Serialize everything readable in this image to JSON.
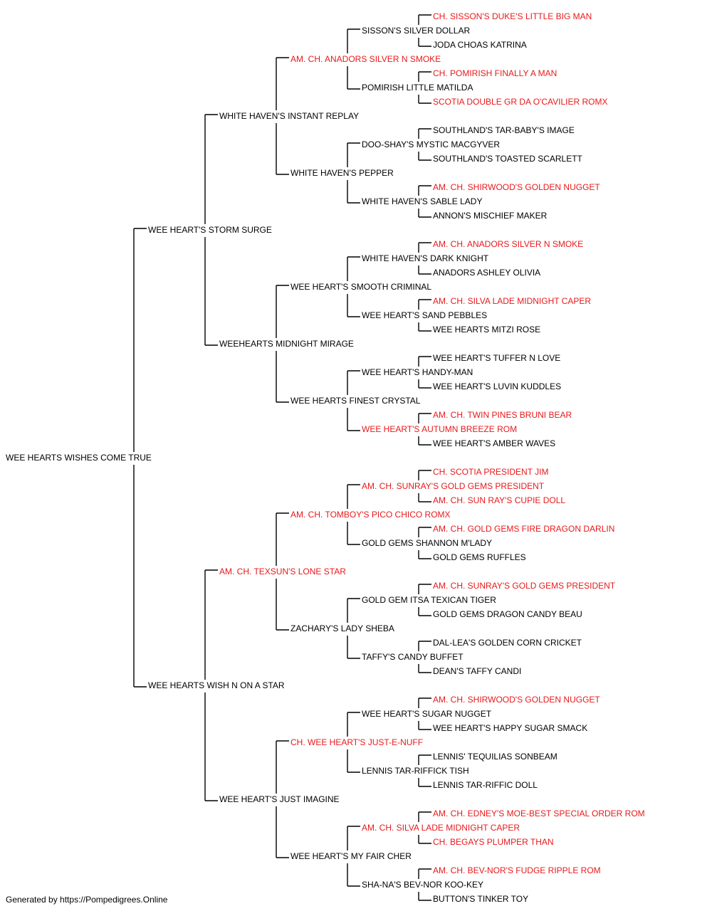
{
  "colors": {
    "champion": "#e8191b",
    "regular": "#000000",
    "line": "#000000"
  },
  "pedigree": {
    "name": "WEE HEARTS WISHES COME TRUE",
    "champion": false,
    "sire": {
      "name": "WEE HEART'S STORM SURGE",
      "champion": false,
      "sire": {
        "name": "WHITE HAVEN'S INSTANT REPLAY",
        "champion": false,
        "sire": {
          "name": "AM. CH. ANADORS SILVER N SMOKE",
          "champion": true,
          "sire": {
            "name": "SISSON'S SILVER DOLLAR",
            "champion": false,
            "sire": {
              "name": "CH. SISSON'S DUKE'S LITTLE BIG MAN",
              "champion": true
            },
            "dam": {
              "name": "JODA CHOAS KATRINA",
              "champion": false
            }
          },
          "dam": {
            "name": "POMIRISH LITTLE MATILDA",
            "champion": false,
            "sire": {
              "name": "CH. POMIRISH FINALLY A MAN",
              "champion": true
            },
            "dam": {
              "name": "SCOTIA DOUBLE GR DA O'CAVILIER ROMX",
              "champion": true
            }
          }
        },
        "dam": {
          "name": "WHITE HAVEN'S PEPPER",
          "champion": false,
          "sire": {
            "name": "DOO-SHAY'S MYSTIC MACGYVER",
            "champion": false,
            "sire": {
              "name": "SOUTHLAND'S TAR-BABY'S IMAGE",
              "champion": false
            },
            "dam": {
              "name": "SOUTHLAND'S TOASTED SCARLETT",
              "champion": false
            }
          },
          "dam": {
            "name": "WHITE HAVEN'S SABLE LADY",
            "champion": false,
            "sire": {
              "name": "AM. CH. SHIRWOOD'S GOLDEN NUGGET",
              "champion": true
            },
            "dam": {
              "name": "ANNON'S MISCHIEF MAKER",
              "champion": false
            }
          }
        }
      },
      "dam": {
        "name": "WEEHEARTS MIDNIGHT MIRAGE",
        "champion": false,
        "sire": {
          "name": "WEE HEART'S SMOOTH CRIMINAL",
          "champion": false,
          "sire": {
            "name": "WHITE HAVEN'S DARK KNIGHT",
            "champion": false,
            "sire": {
              "name": "AM. CH. ANADORS SILVER N SMOKE",
              "champion": true
            },
            "dam": {
              "name": "ANADORS ASHLEY OLIVIA",
              "champion": false
            }
          },
          "dam": {
            "name": "WEE HEART'S SAND PEBBLES",
            "champion": false,
            "sire": {
              "name": "AM. CH. SILVA LADE MIDNIGHT CAPER",
              "champion": true
            },
            "dam": {
              "name": "WEE HEARTS MITZI ROSE",
              "champion": false
            }
          }
        },
        "dam": {
          "name": "WEE HEARTS FINEST CRYSTAL",
          "champion": false,
          "sire": {
            "name": "WEE HEART'S HANDY-MAN",
            "champion": false,
            "sire": {
              "name": "WEE HEART'S TUFFER N LOVE",
              "champion": false
            },
            "dam": {
              "name": "WEE HEART'S LUVIN KUDDLES",
              "champion": false
            }
          },
          "dam": {
            "name": "WEE HEART'S AUTUMN BREEZE ROM",
            "champion": true,
            "sire": {
              "name": "AM. CH. TWIN PINES BRUNI BEAR",
              "champion": true
            },
            "dam": {
              "name": "WEE HEART'S AMBER WAVES",
              "champion": false
            }
          }
        }
      }
    },
    "dam": {
      "name": "WEE HEARTS WISH N ON A STAR",
      "champion": false,
      "sire": {
        "name": "AM. CH. TEXSUN'S LONE STAR",
        "champion": true,
        "sire": {
          "name": "AM. CH. TOMBOY'S PICO CHICO ROMX",
          "champion": true,
          "sire": {
            "name": "AM. CH. SUNRAY'S GOLD GEMS PRESIDENT",
            "champion": true,
            "sire": {
              "name": "CH. SCOTIA PRESIDENT JIM",
              "champion": true
            },
            "dam": {
              "name": "AM. CH. SUN RAY'S CUPIE DOLL",
              "champion": true
            }
          },
          "dam": {
            "name": "GOLD GEMS SHANNON M'LADY",
            "champion": false,
            "sire": {
              "name": "AM. CH. GOLD GEMS FIRE DRAGON DARLIN",
              "champion": true
            },
            "dam": {
              "name": "GOLD GEMS RUFFLES",
              "champion": false
            }
          }
        },
        "dam": {
          "name": "ZACHARY'S LADY SHEBA",
          "champion": false,
          "sire": {
            "name": "GOLD GEM ITSA TEXICAN TIGER",
            "champion": false,
            "sire": {
              "name": "AM. CH. SUNRAY'S GOLD GEMS PRESIDENT",
              "champion": true
            },
            "dam": {
              "name": "GOLD GEMS DRAGON CANDY BEAU",
              "champion": false
            }
          },
          "dam": {
            "name": "TAFFY'S CANDY BUFFET",
            "champion": false,
            "sire": {
              "name": "DAL-LEA'S GOLDEN CORN CRICKET",
              "champion": false
            },
            "dam": {
              "name": "DEAN'S TAFFY CANDI",
              "champion": false
            }
          }
        }
      },
      "dam": {
        "name": "WEE HEART'S JUST IMAGINE",
        "champion": false,
        "sire": {
          "name": "CH. WEE HEART'S JUST-E-NUFF",
          "champion": true,
          "sire": {
            "name": "WEE HEART'S SUGAR NUGGET",
            "champion": false,
            "sire": {
              "name": "AM. CH. SHIRWOOD'S GOLDEN NUGGET",
              "champion": true
            },
            "dam": {
              "name": "WEE HEART'S HAPPY SUGAR SMACK",
              "champion": false
            }
          },
          "dam": {
            "name": "LENNIS TAR-RIFFICK TISH",
            "champion": false,
            "sire": {
              "name": "LENNIS' TEQUILIAS SONBEAM",
              "champion": false
            },
            "dam": {
              "name": "LENNIS TAR-RIFFIC DOLL",
              "champion": false
            }
          }
        },
        "dam": {
          "name": "WEE HEART'S MY FAIR CHER",
          "champion": false,
          "sire": {
            "name": "AM. CH. SILVA LADE MIDNIGHT CAPER",
            "champion": true,
            "sire": {
              "name": "AM. CH. EDNEY'S MOE-BEST SPECIAL ORDER ROM",
              "champion": true
            },
            "dam": {
              "name": "CH. BEGAYS PLUMPER THAN",
              "champion": true
            }
          },
          "dam": {
            "name": "SHA-NA'S BEV-NOR KOO-KEY",
            "champion": false,
            "sire": {
              "name": "AM. CH. BEV-NOR'S FUDGE RIPPLE ROM",
              "champion": true
            },
            "dam": {
              "name": "BUTTON'S TINKER TOY",
              "champion": false
            }
          }
        }
      }
    }
  },
  "footer": {
    "text": "Generated by https://Pompedigrees.Online"
  }
}
